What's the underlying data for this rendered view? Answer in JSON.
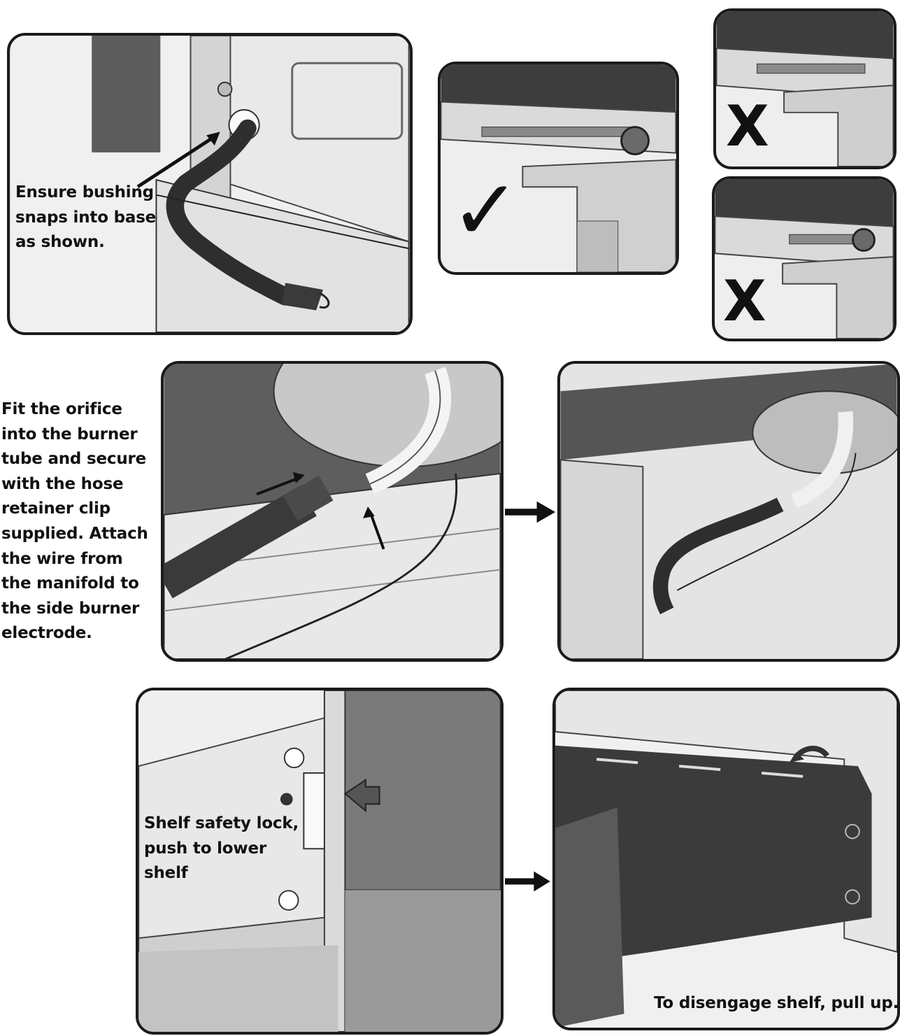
{
  "captions": {
    "bushing": "Ensure bushing\nsnaps into base\nas shown.",
    "orifice": "Fit the orifice\ninto the burner\ntube and secure\nwith the hose\nretainer clip\nsupplied.  Attach\nthe wire from\nthe manifold to\nthe side burner\nelectrode.",
    "shelf_lock": "Shelf safety lock,\npush to lower\nshelf",
    "disengage": "To disengage shelf, pull up."
  },
  "marks": {
    "correct": "✓",
    "incorrect_1": "X",
    "incorrect_2": "X"
  },
  "icons": [
    "check-mark-icon",
    "x-mark-icon",
    "arrow-right-icon",
    "push-arrow-icon",
    "lift-arrow-icon"
  ],
  "colors": {
    "frame": "#1b1b1b",
    "metal_light": "#e6e6e6",
    "metal_dark": "#5a5a5a",
    "hose": "#333333"
  }
}
